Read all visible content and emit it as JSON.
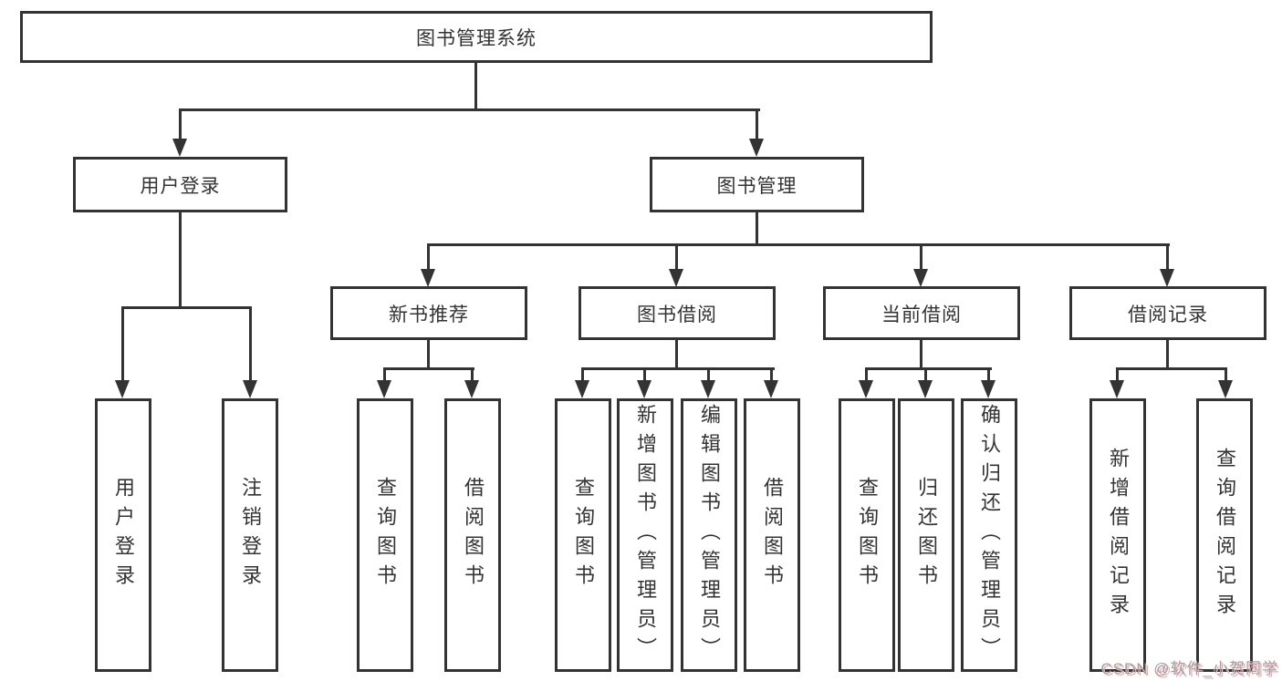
{
  "diagram": {
    "nodes": {
      "root": {
        "label": "图书管理系统"
      },
      "user_login": {
        "label": "用户登录"
      },
      "book_mgmt": {
        "label": "图书管理"
      },
      "new_book": {
        "label": "新书推荐"
      },
      "book_borrow": {
        "label": "图书借阅"
      },
      "current_borrow": {
        "label": "当前借阅"
      },
      "borrow_record": {
        "label": "借阅记录"
      },
      "user_login_leaf": {
        "label": "用户登录"
      },
      "logout_leaf": {
        "label": "注销登录"
      },
      "nb_query": {
        "label": "查询图书"
      },
      "nb_borrow": {
        "label": "借阅图书"
      },
      "bb_query": {
        "label": "查询图书"
      },
      "bb_add": {
        "label": "新增图书（管理员）"
      },
      "bb_edit": {
        "label": "编辑图书（管理员）"
      },
      "bb_borrow": {
        "label": "借阅图书"
      },
      "cb_query": {
        "label": "查询图书"
      },
      "cb_return": {
        "label": "归还图书"
      },
      "cb_confirm": {
        "label": "确认归还（管理员）"
      },
      "br_add": {
        "label": "新增借阅记录"
      },
      "br_query": {
        "label": "查询借阅记录"
      }
    },
    "watermark": "CSDN @软件_小贺同学",
    "colors": {
      "line": "#333333",
      "border": "#333333",
      "text": "#333333",
      "watermark": "#a0a0a0",
      "watermark_shadow": "#f0a8b4"
    }
  }
}
